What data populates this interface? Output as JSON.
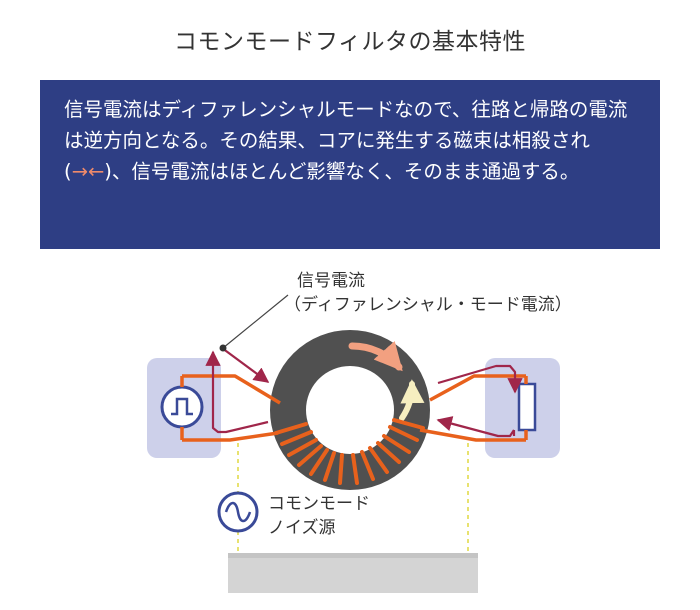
{
  "title": "コモンモードフィルタの基本特性",
  "description": {
    "text_before": "信号電流はディファレンシャルモードなので、往路と帰路の電流は逆方向となる。その結果、コアに発生する磁束は相殺され (",
    "arrows": "→←",
    "text_after": ")、信号電流はほとんど影響なく、そのまま通過する。"
  },
  "diagram": {
    "signal_label_line1": "信号電流",
    "signal_label_line2": "（ディファレンシャル・モード電流）",
    "noise_label_line1": "コモンモード",
    "noise_label_line2": "ノイズ源"
  },
  "colors": {
    "header_bg": "#2e3e84",
    "wire": "#e8611c",
    "current_arrow": "#a0264a",
    "core": "#505050",
    "box": "#cdd0ea",
    "flux_outer": "#f2a080",
    "flux_inner": "#f6eec0",
    "ground": "#d4d4d4",
    "guide": "#e0d840"
  },
  "icons": [
    "pulse-source-icon",
    "ac-source-icon",
    "resistor-load-icon"
  ]
}
